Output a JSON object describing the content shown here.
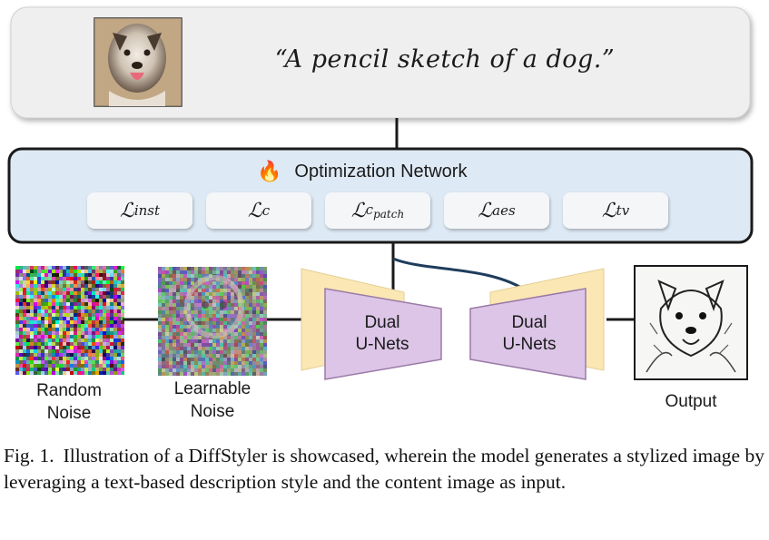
{
  "prompt": {
    "text": "“A pencil sketch of a dog.”"
  },
  "optimization": {
    "title": "Optimization Network",
    "icon": "fire-icon",
    "losses": [
      {
        "symbol": "ℒ",
        "sub": "inst",
        "subsub": ""
      },
      {
        "symbol": "ℒ",
        "sub": "c",
        "subsub": ""
      },
      {
        "symbol": "ℒ",
        "sub": "c",
        "subsub": "patch"
      },
      {
        "symbol": "ℒ",
        "sub": "aes",
        "subsub": ""
      },
      {
        "symbol": "ℒ",
        "sub": "tv",
        "subsub": ""
      }
    ]
  },
  "unets": {
    "left_label": "Dual\nU-Nets",
    "right_label": "Dual\nU-Nets"
  },
  "noise": {
    "random_label": "Random\nNoise",
    "learnable_label": "Learnable\nNoise"
  },
  "output": {
    "label": "Output"
  },
  "colors": {
    "prompt_bg": "#efefef",
    "network_bg": "#dde9f4",
    "unet_fill": "#dcc5e6",
    "unet_back": "#fbe7b3"
  },
  "caption": {
    "label": "Fig. 1.",
    "text": "Illustration of a DiffStyler is showcased, wherein the model generates a stylized image by leveraging a text-based description style and the content image as input."
  }
}
